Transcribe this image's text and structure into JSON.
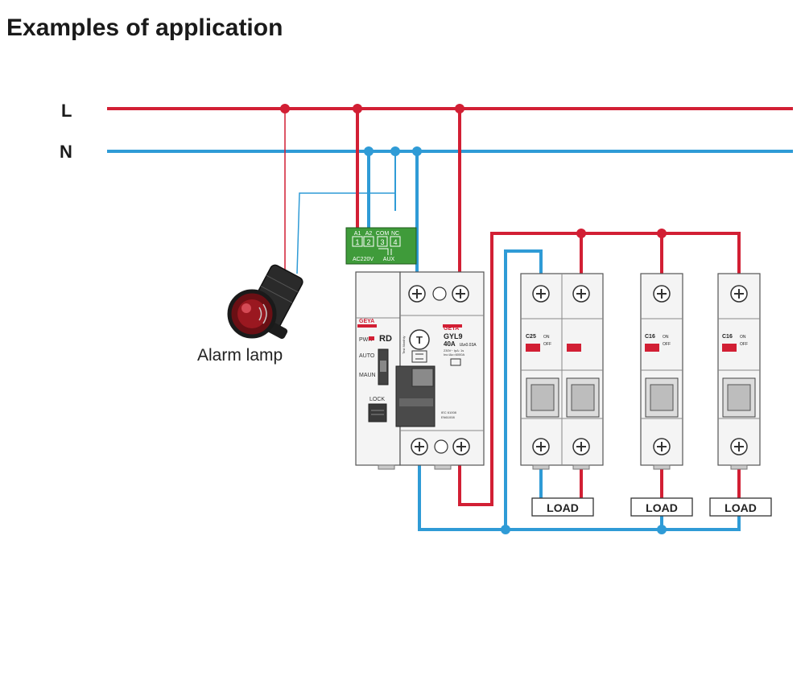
{
  "title": "Examples of application",
  "lines": {
    "live": "L",
    "neutral": "N"
  },
  "colors": {
    "live": "#d21f34",
    "neutral": "#2f9bd6",
    "terminal_block": "#3f9b3a",
    "device_body": "#f4f4f4",
    "outline": "#555555",
    "accent_red": "#d21f34"
  },
  "alarm_lamp": {
    "label": "Alarm lamp"
  },
  "aux_terminal": {
    "terminals": [
      "A1",
      "A2",
      "COM",
      "NC"
    ],
    "numbers": [
      "1",
      "2",
      "3",
      "4"
    ],
    "label_left": "AC220V",
    "label_right": "AUX"
  },
  "rd_module": {
    "brand": "GEYA",
    "model": "RD",
    "pwr": "PWR",
    "auto": "AUTO",
    "manual": "MAUN",
    "lock": "LOCK"
  },
  "rcd": {
    "brand": "GEYA",
    "model": "GYL9",
    "rating": "40A",
    "sensitivity": "IΔn0.03A",
    "line1": "230V~  IpΔ: 1s",
    "line2": "Inc:IΔc=6000A",
    "line3": "EN61008",
    "line4": "IEC 61008",
    "test_button": "T",
    "test_label": "Test Monthly"
  },
  "breakers": [
    {
      "rating": "C25",
      "on": "ON",
      "off": "OFF"
    },
    {
      "rating": "C16",
      "on": "ON",
      "off": "OFF"
    },
    {
      "rating": "C16",
      "on": "ON",
      "off": "OFF"
    }
  ],
  "loads": [
    "LOAD",
    "LOAD",
    "LOAD"
  ]
}
